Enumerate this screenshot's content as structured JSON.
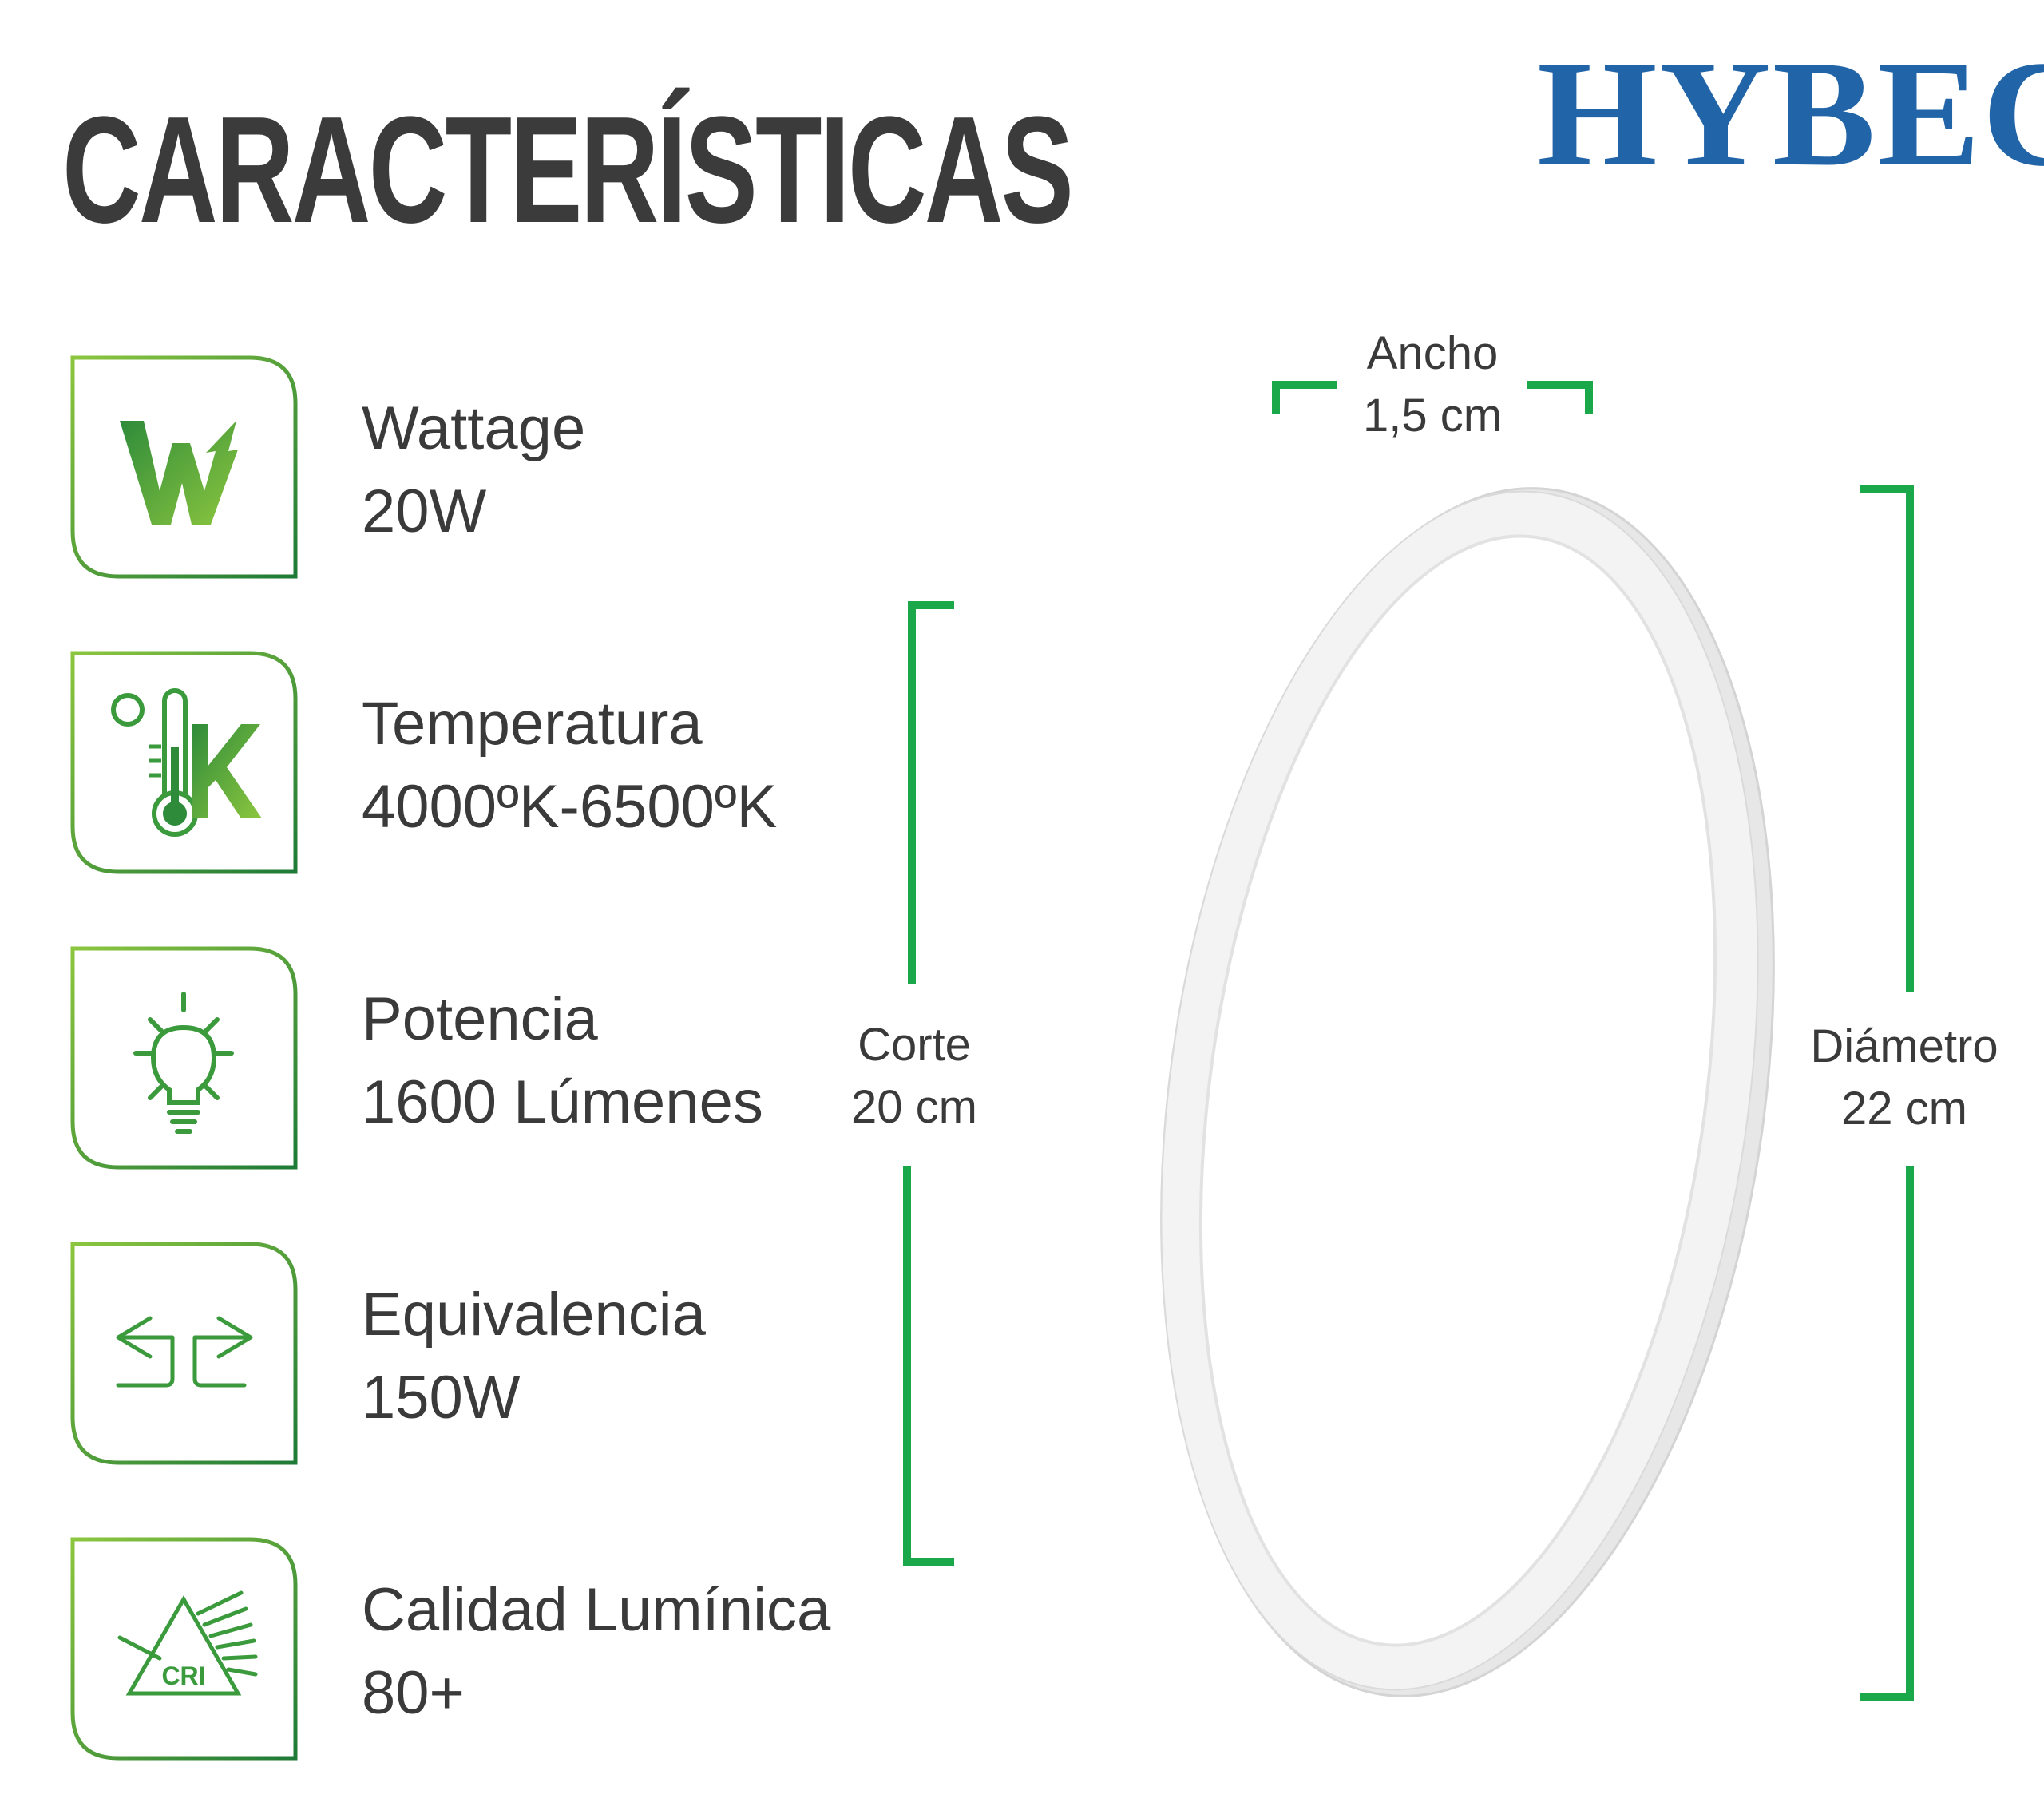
{
  "header": {
    "title": "CARACTERÍSTICAS",
    "brand": "HYBEC"
  },
  "features": [
    {
      "icon": "wattage-icon",
      "label": "Wattage",
      "value": "20W"
    },
    {
      "icon": "thermometer-kelvin-icon",
      "label": "Temperatura",
      "value": "4000ºK-6500ºK"
    },
    {
      "icon": "lightbulb-icon",
      "label": "Potencia",
      "value": "1600 Lúmenes"
    },
    {
      "icon": "equivalence-arrows-icon",
      "label": "Equivalencia",
      "value": "150W"
    },
    {
      "icon": "cri-prism-icon",
      "label": "Calidad Lumínica",
      "value": "80+",
      "icon_text": "CRI"
    }
  ],
  "dimensions": {
    "width": {
      "label": "Ancho",
      "value": "1,5 cm"
    },
    "cut": {
      "label": "Corte",
      "value": "20 cm"
    },
    "diameter": {
      "label": "Diámetro",
      "value": "22 cm"
    }
  },
  "colors": {
    "accent_green": "#1aa84a",
    "icon_green": "#3a9a3c",
    "brand_blue": "#2264a8",
    "title_gray": "#3b3b3b"
  }
}
